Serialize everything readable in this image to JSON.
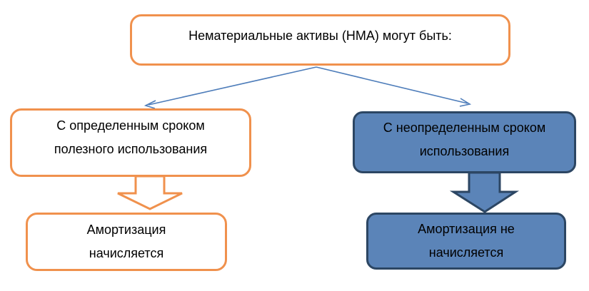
{
  "title_box": {
    "label": "Нематериальные активы (НМА) могут быть:"
  },
  "branches": {
    "left": {
      "condition": {
        "line1": "С определенным сроком",
        "line2": "полезного использования"
      },
      "result": {
        "line1": "Амортизация",
        "line2": "начисляется"
      }
    },
    "right": {
      "condition": {
        "line1": "С неопределенным сроком",
        "line2": "использования"
      },
      "result": {
        "line1": "Амортизация не",
        "line2": "начисляется"
      }
    }
  },
  "colors": {
    "orange": "#f0914d",
    "blue_fill": "#5b84b8",
    "blue_border": "#2c4663",
    "connector_blue": "#4e7dba",
    "text": "#000000",
    "background": "#ffffff"
  }
}
